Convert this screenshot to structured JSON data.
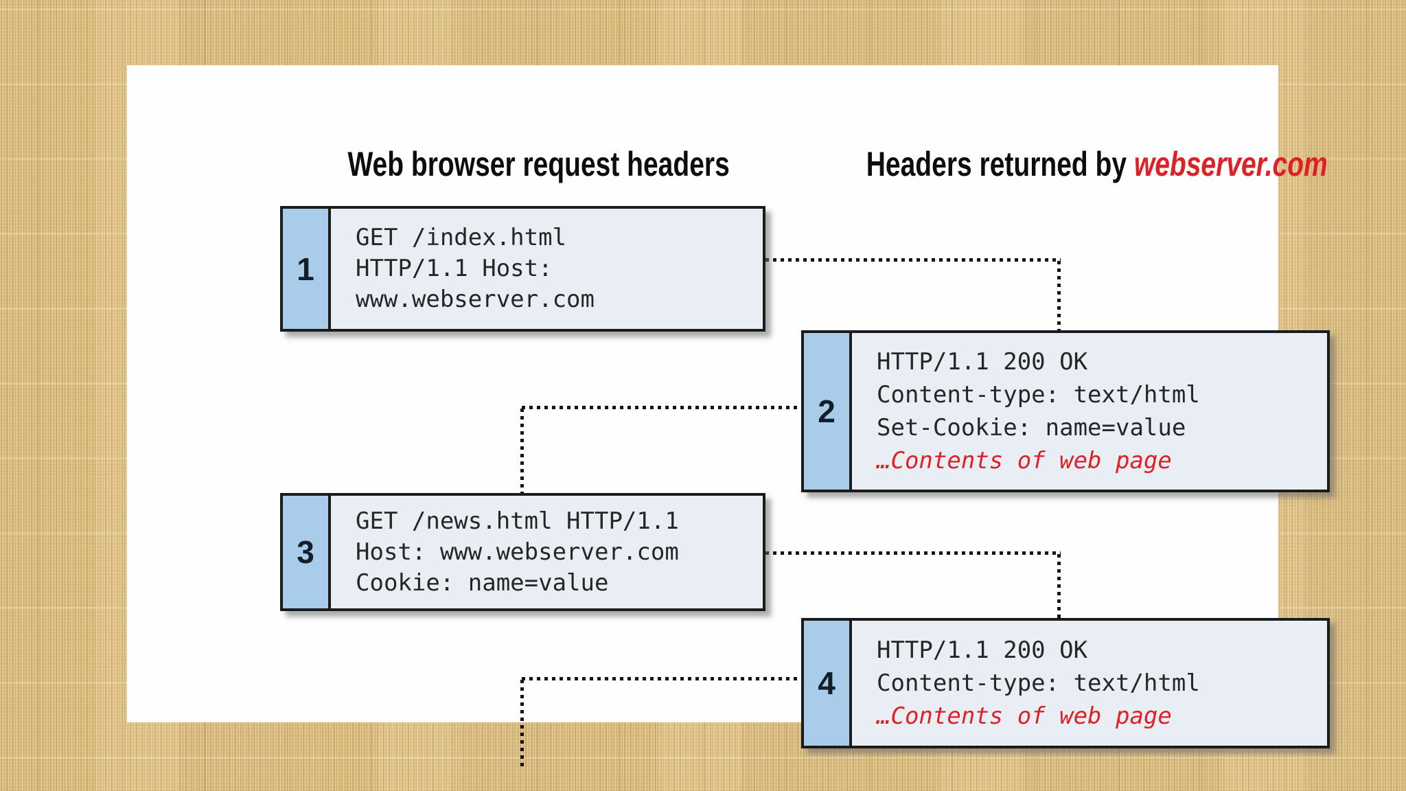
{
  "titles": {
    "left": "Web browser request headers",
    "right_prefix": "Headers returned by ",
    "right_domain": "webserver.com"
  },
  "colors": {
    "accent_red": "#dd2127",
    "tab_blue": "#a8cce9",
    "box_bg": "#e8eef4",
    "border": "#1b1b1b",
    "canvas_tan": "#dbbe83"
  },
  "boxes": [
    {
      "number": "1",
      "lines": [
        "GET /index.html",
        "HTTP/1.1 Host:",
        "www.webserver.com"
      ]
    },
    {
      "number": "2",
      "lines": [
        "HTTP/1.1 200 OK",
        "Content-type: text/html",
        "Set-Cookie: name=value"
      ],
      "note": "…Contents of web page"
    },
    {
      "number": "3",
      "lines": [
        "GET /news.html HTTP/1.1",
        "Host: www.webserver.com",
        "Cookie: name=value"
      ]
    },
    {
      "number": "4",
      "lines": [
        "HTTP/1.1 200 OK",
        "Content-type: text/html"
      ],
      "note": "…Contents of web page"
    }
  ]
}
